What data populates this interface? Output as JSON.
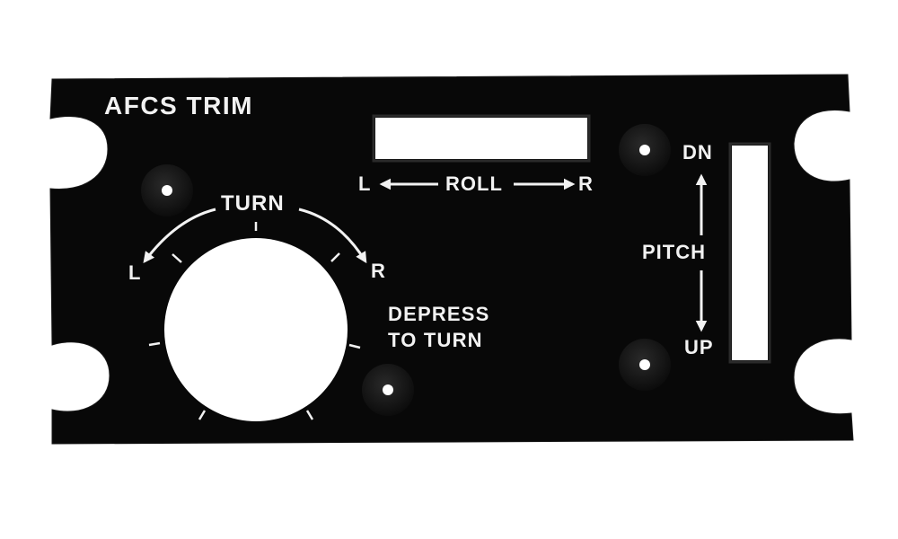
{
  "panel": {
    "title": "AFCS TRIM",
    "colors": {
      "panel": "#080808",
      "legend": "#f2f2f2",
      "window": "#ffffff",
      "boss": "#141414"
    }
  },
  "turn_knob": {
    "label": "TURN",
    "left": "L",
    "right": "R",
    "instruction_line1": "DEPRESS",
    "instruction_line2": "TO TURN"
  },
  "roll_trim": {
    "left": "L",
    "label": "ROLL",
    "right": "R"
  },
  "pitch_trim": {
    "top": "DN",
    "label": "PITCH",
    "bottom": "UP"
  }
}
